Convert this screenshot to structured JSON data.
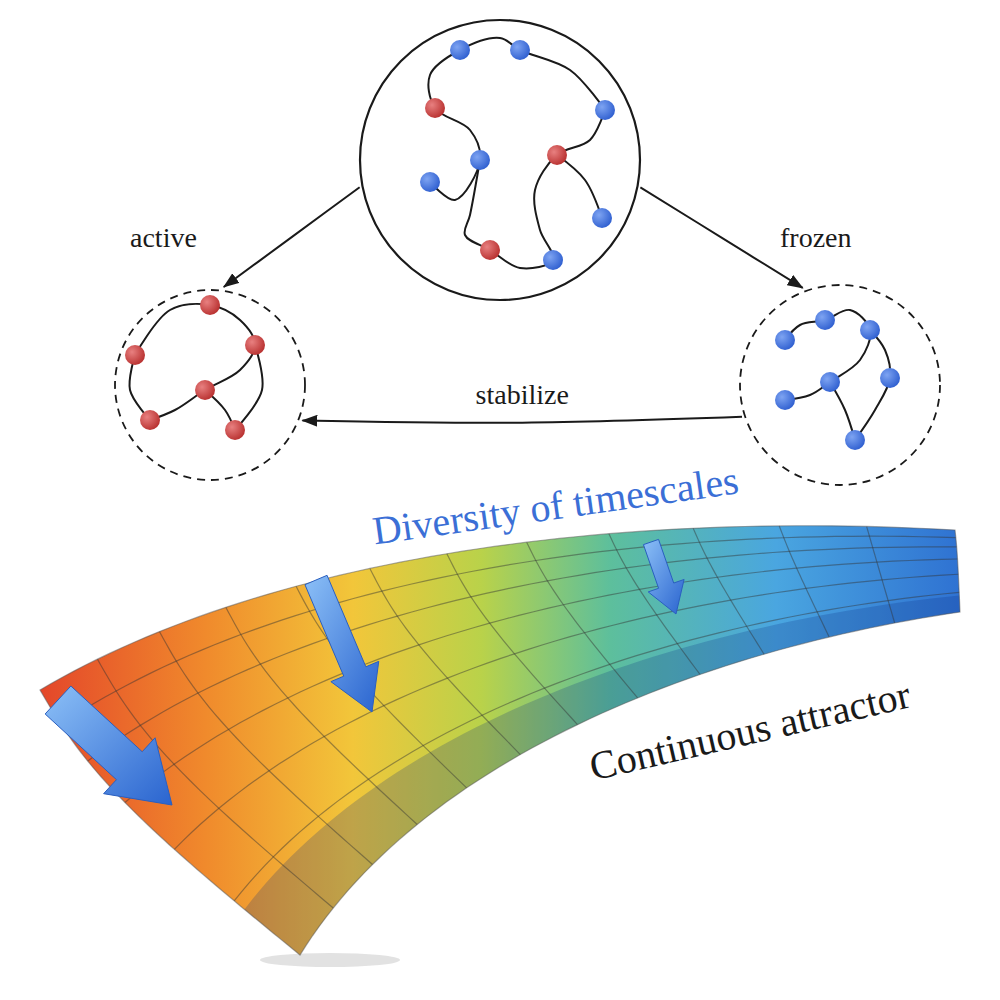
{
  "diagram": {
    "nodes": [
      {
        "text": []
      },
      {
        "text": [
          "active"
        ]
      },
      {
        "text": [
          "frozen"
        ]
      }
    ],
    "edges": [
      {
        "from": 0,
        "to": 1,
        "arrow": "to"
      },
      {
        "from": 0,
        "to": 2,
        "arrow": "to"
      },
      {
        "from": 2,
        "to": 1,
        "label": "stabilize",
        "arrow": "to"
      }
    ],
    "labels": [
      "Diversity of timescales",
      "Continuous attractor"
    ]
  }
}
